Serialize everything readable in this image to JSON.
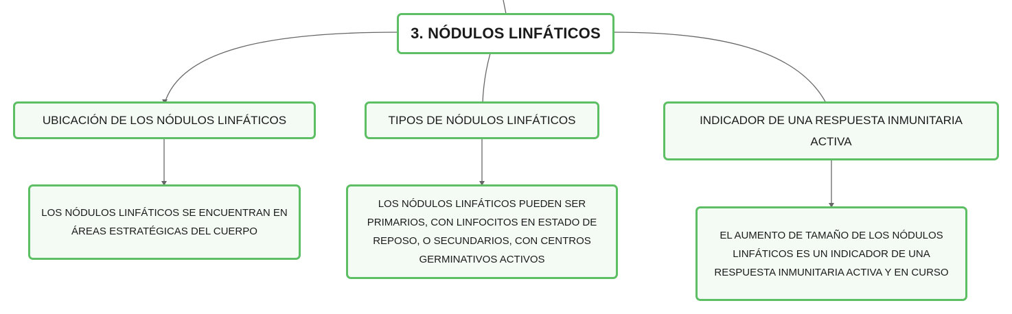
{
  "root": {
    "label": "3. NÓDULOS LINFÁTICOS"
  },
  "topics": [
    {
      "label": "UBICACIÓN DE LOS NÓDULOS LINFÁTICOS",
      "detail": "LOS NÓDULOS LINFÁTICOS SE ENCUENTRAN EN ÁREAS ESTRATÉGICAS DEL CUERPO"
    },
    {
      "label": "TIPOS DE NÓDULOS LINFÁTICOS",
      "detail": "LOS NÓDULOS LINFÁTICOS PUEDEN SER PRIMARIOS, CON LINFOCITOS EN ESTADO DE REPOSO, O SECUNDARIOS, CON CENTROS GERMINATIVOS ACTIVOS"
    },
    {
      "label": "INDICADOR DE UNA RESPUESTA INMUNITARIA ACTIVA",
      "detail": "EL AUMENTO DE TAMAÑO DE LOS NÓDULOS LINFÁTICOS ES UN INDICADOR DE UNA RESPUESTA INMUNITARIA ACTIVA Y EN CURSO"
    }
  ],
  "colors": {
    "node_border": "#5cbf63",
    "node_fill": "#f4faf4",
    "connector": "#555555",
    "text": "#1b1b1b"
  }
}
